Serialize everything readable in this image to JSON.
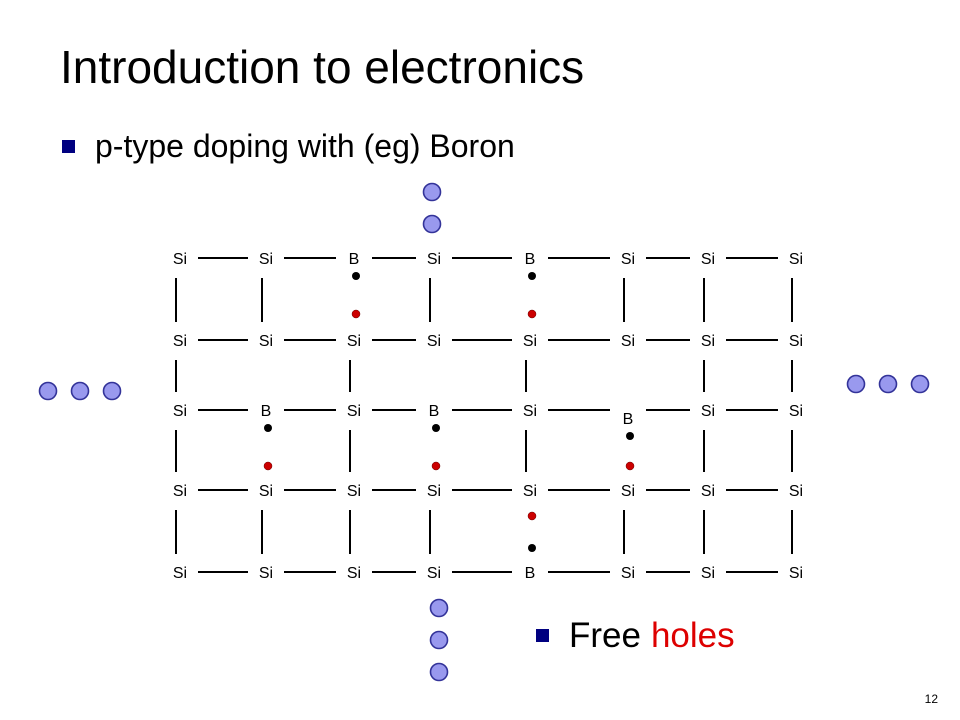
{
  "slide": {
    "title": "Introduction to electronics",
    "subtitle": "p-type doping with (eg) Boron",
    "free_label": "Free",
    "holes_label": "holes",
    "page_number": "12"
  },
  "colors": {
    "bullet": "#000080",
    "holes_text": "#dd0000",
    "electron_fill": "#9999ee",
    "electron_stroke": "#333399",
    "hole_dot": "#cc0000",
    "boron_dot": "#000000"
  },
  "lattice": {
    "rows": [
      [
        "Si",
        "Si",
        "B",
        "Si",
        "B",
        "Si",
        "Si",
        "Si"
      ],
      [
        "Si",
        "Si",
        "Si",
        "Si",
        "Si",
        "Si",
        "Si",
        "Si"
      ],
      [
        "Si",
        "B",
        "Si",
        "B",
        "Si",
        "B",
        "Si",
        "Si"
      ],
      [
        "Si",
        "Si",
        "Si",
        "Si",
        "Si",
        "Si",
        "Si",
        "Si"
      ],
      [
        "Si",
        "Si",
        "Si",
        "Si",
        "B",
        "Si",
        "Si",
        "Si"
      ]
    ]
  }
}
